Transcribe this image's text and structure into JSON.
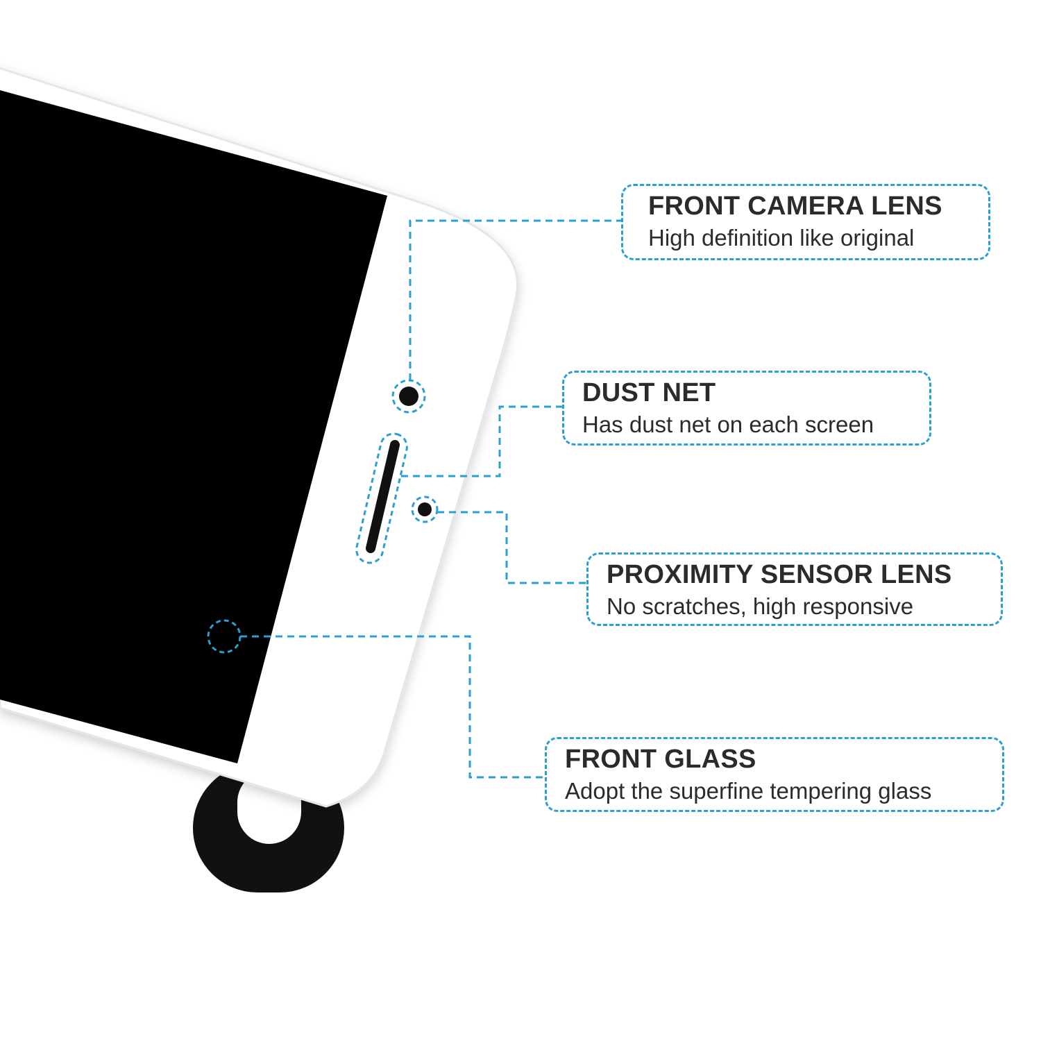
{
  "callouts": {
    "front_camera": {
      "title": "FRONT CAMERA LENS",
      "description": "High definition like original"
    },
    "dust_net": {
      "title": "DUST NET",
      "description": "Has dust net on each screen"
    },
    "proximity_sensor": {
      "title": "PROXIMITY SENSOR LENS",
      "description": "No scratches, high responsive"
    },
    "front_glass": {
      "title": "FRONT GLASS",
      "description": "Adopt the superfine tempering glass"
    }
  },
  "colors": {
    "accent": "#2a9fd0",
    "text": "#2b2b2b",
    "screen": "#000000",
    "bezel": "#ffffff",
    "gasket": "#111111"
  }
}
